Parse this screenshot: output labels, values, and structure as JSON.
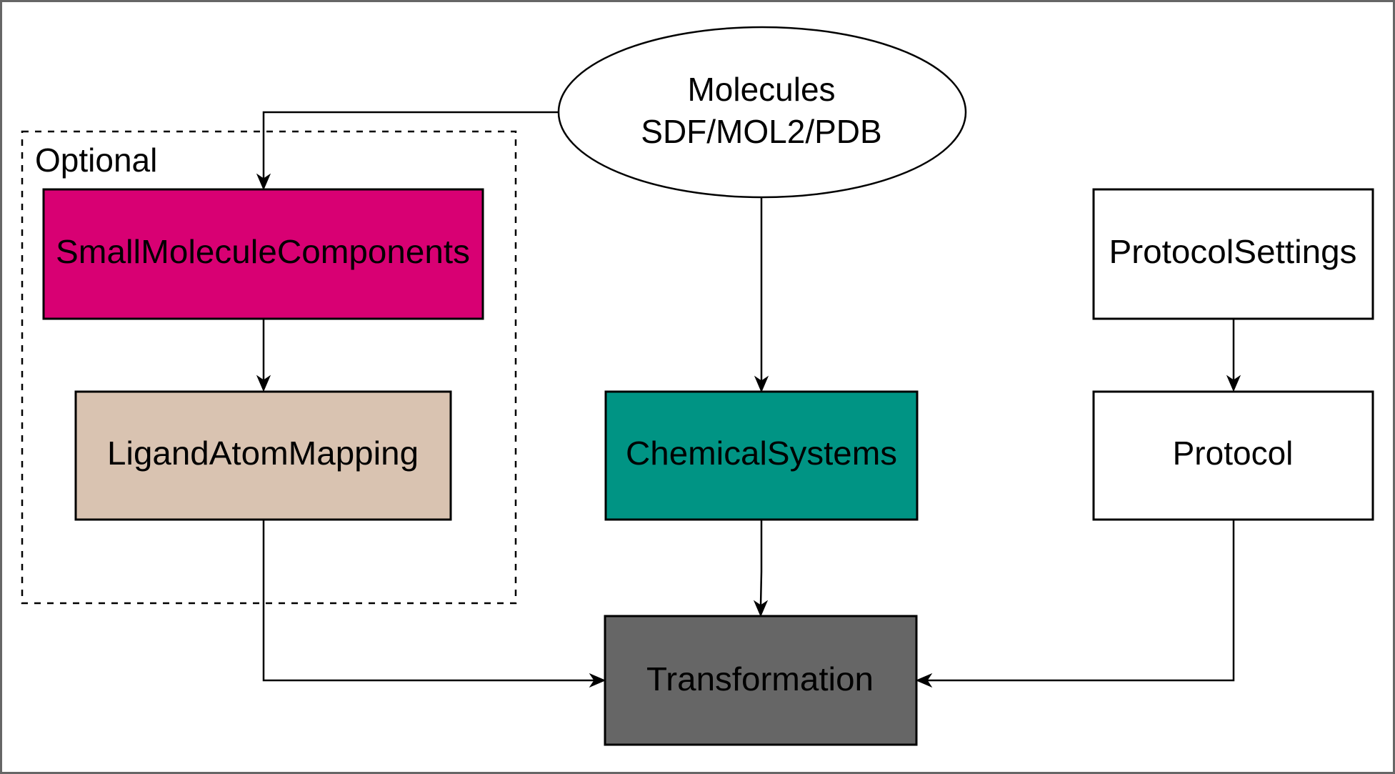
{
  "diagram": {
    "frame_color": "#666666",
    "group": {
      "label": "Optional",
      "style": "dashed"
    },
    "nodes": {
      "molecules": {
        "shape": "ellipse",
        "lines": [
          "Molecules",
          "SDF/MOL2/PDB"
        ],
        "fill": "#ffffff"
      },
      "small_molecule_components": {
        "shape": "rectangle",
        "label": "SmallMoleculeComponents",
        "fill": "#d80073",
        "in_group": "Optional"
      },
      "ligand_atom_mapping": {
        "shape": "rectangle",
        "label": "LigandAtomMapping",
        "fill": "#d9c3b1",
        "in_group": "Optional"
      },
      "chemical_systems": {
        "shape": "rectangle",
        "label": "ChemicalSystems",
        "fill": "#009484"
      },
      "protocol_settings": {
        "shape": "rectangle",
        "label": "ProtocolSettings",
        "fill": "#ffffff"
      },
      "protocol": {
        "shape": "rectangle",
        "label": "Protocol",
        "fill": "#ffffff"
      },
      "transformation": {
        "shape": "rectangle",
        "label": "Transformation",
        "fill": "#666666"
      }
    },
    "edges": [
      {
        "from": "Molecules",
        "to": "SmallMoleculeComponents"
      },
      {
        "from": "Molecules",
        "to": "ChemicalSystems"
      },
      {
        "from": "SmallMoleculeComponents",
        "to": "LigandAtomMapping"
      },
      {
        "from": "ProtocolSettings",
        "to": "Protocol"
      },
      {
        "from": "LigandAtomMapping",
        "to": "Transformation"
      },
      {
        "from": "ChemicalSystems",
        "to": "Transformation"
      },
      {
        "from": "Protocol",
        "to": "Transformation"
      }
    ]
  }
}
